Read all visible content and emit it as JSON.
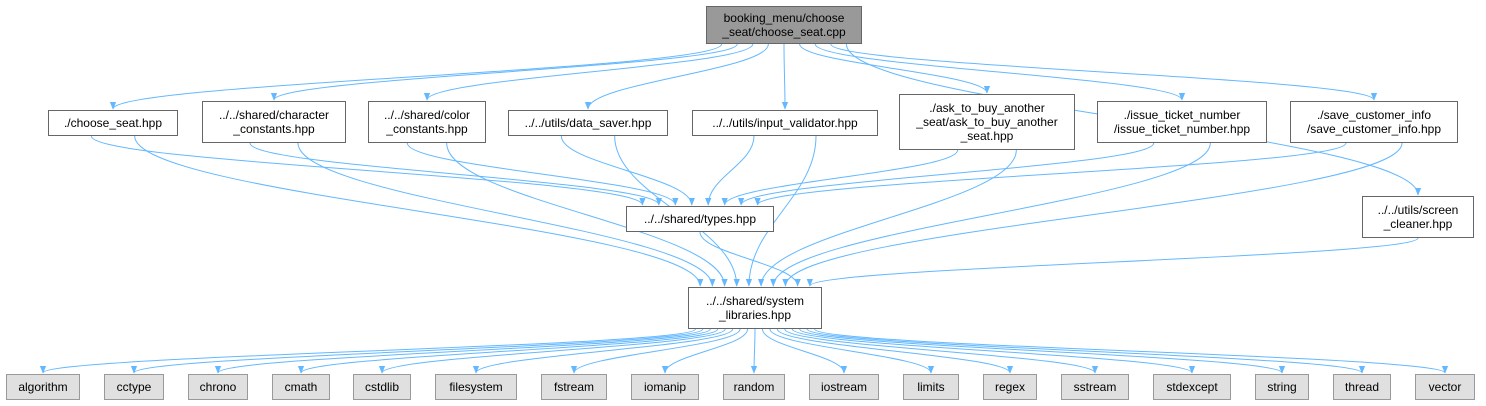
{
  "graph": {
    "edge_color": "#63b8ff",
    "root": {
      "id": "root",
      "label": "booking_menu/choose\n_seat/choose_seat.cpp",
      "fill": "#999999"
    },
    "headers": [
      {
        "id": "choose_seat_hpp",
        "label": "./choose_seat.hpp"
      },
      {
        "id": "character_constants",
        "label": "../../shared/character\n_constants.hpp"
      },
      {
        "id": "color_constants",
        "label": "../../shared/color\n_constants.hpp"
      },
      {
        "id": "data_saver",
        "label": "../../utils/data_saver.hpp"
      },
      {
        "id": "input_validator",
        "label": "../../utils/input_validator.hpp"
      },
      {
        "id": "ask_to_buy",
        "label": "./ask_to_buy_another\n_seat/ask_to_buy_another\n_seat.hpp"
      },
      {
        "id": "issue_ticket",
        "label": "./issue_ticket_number\n/issue_ticket_number.hpp"
      },
      {
        "id": "save_customer",
        "label": "./save_customer_info\n/save_customer_info.hpp"
      },
      {
        "id": "types",
        "label": "../../shared/types.hpp"
      },
      {
        "id": "screen_cleaner",
        "label": "../../utils/screen\n_cleaner.hpp"
      },
      {
        "id": "system_libraries",
        "label": "../../shared/system\n_libraries.hpp"
      }
    ],
    "system_headers": [
      {
        "id": "algorithm",
        "label": "algorithm"
      },
      {
        "id": "cctype",
        "label": "cctype"
      },
      {
        "id": "chrono",
        "label": "chrono"
      },
      {
        "id": "cmath",
        "label": "cmath"
      },
      {
        "id": "cstdlib",
        "label": "cstdlib"
      },
      {
        "id": "filesystem",
        "label": "filesystem"
      },
      {
        "id": "fstream",
        "label": "fstream"
      },
      {
        "id": "iomanip",
        "label": "iomanip"
      },
      {
        "id": "random",
        "label": "random"
      },
      {
        "id": "iostream",
        "label": "iostream"
      },
      {
        "id": "limits",
        "label": "limits"
      },
      {
        "id": "regex",
        "label": "regex"
      },
      {
        "id": "sstream",
        "label": "sstream"
      },
      {
        "id": "stdexcept",
        "label": "stdexcept"
      },
      {
        "id": "string",
        "label": "string"
      },
      {
        "id": "thread",
        "label": "thread"
      },
      {
        "id": "vector",
        "label": "vector"
      }
    ],
    "edges": [
      [
        "root",
        "choose_seat_hpp"
      ],
      [
        "root",
        "character_constants"
      ],
      [
        "root",
        "color_constants"
      ],
      [
        "root",
        "data_saver"
      ],
      [
        "root",
        "input_validator"
      ],
      [
        "root",
        "ask_to_buy"
      ],
      [
        "root",
        "issue_ticket"
      ],
      [
        "root",
        "save_customer"
      ],
      [
        "root",
        "screen_cleaner"
      ],
      [
        "choose_seat_hpp",
        "types"
      ],
      [
        "choose_seat_hpp",
        "system_libraries"
      ],
      [
        "character_constants",
        "types"
      ],
      [
        "character_constants",
        "system_libraries"
      ],
      [
        "color_constants",
        "types"
      ],
      [
        "color_constants",
        "system_libraries"
      ],
      [
        "data_saver",
        "types"
      ],
      [
        "data_saver",
        "system_libraries"
      ],
      [
        "input_validator",
        "types"
      ],
      [
        "input_validator",
        "system_libraries"
      ],
      [
        "ask_to_buy",
        "types"
      ],
      [
        "ask_to_buy",
        "system_libraries"
      ],
      [
        "issue_ticket",
        "types"
      ],
      [
        "issue_ticket",
        "system_libraries"
      ],
      [
        "save_customer",
        "types"
      ],
      [
        "save_customer",
        "system_libraries"
      ],
      [
        "types",
        "system_libraries"
      ],
      [
        "screen_cleaner",
        "system_libraries"
      ],
      [
        "system_libraries",
        "algorithm"
      ],
      [
        "system_libraries",
        "cctype"
      ],
      [
        "system_libraries",
        "chrono"
      ],
      [
        "system_libraries",
        "cmath"
      ],
      [
        "system_libraries",
        "cstdlib"
      ],
      [
        "system_libraries",
        "filesystem"
      ],
      [
        "system_libraries",
        "fstream"
      ],
      [
        "system_libraries",
        "iomanip"
      ],
      [
        "system_libraries",
        "random"
      ],
      [
        "system_libraries",
        "iostream"
      ],
      [
        "system_libraries",
        "limits"
      ],
      [
        "system_libraries",
        "regex"
      ],
      [
        "system_libraries",
        "sstream"
      ],
      [
        "system_libraries",
        "stdexcept"
      ],
      [
        "system_libraries",
        "string"
      ],
      [
        "system_libraries",
        "thread"
      ],
      [
        "system_libraries",
        "vector"
      ]
    ]
  }
}
